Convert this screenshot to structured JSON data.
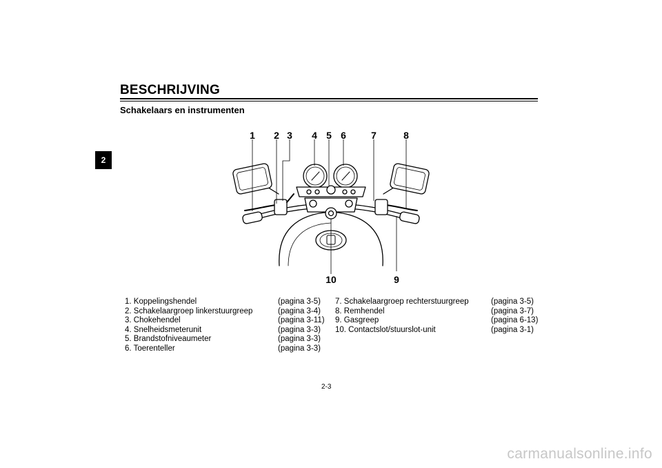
{
  "header": {
    "title": "BESCHRIJVING"
  },
  "section": {
    "title": "Schakelaars en instrumenten"
  },
  "chapter_tab": "2",
  "diagram": {
    "callouts": [
      "1",
      "2",
      "3",
      "4",
      "5",
      "6",
      "7",
      "8",
      "9",
      "10"
    ]
  },
  "legend": {
    "left": [
      {
        "label": "1. Koppelingshendel",
        "page": "(pagina 3-5)"
      },
      {
        "label": "2. Schakelaargroep linkerstuurgreep",
        "page": "(pagina 3-4)"
      },
      {
        "label": "3. Chokehendel",
        "page": "(pagina 3-11)"
      },
      {
        "label": "4. Snelheidsmeterunit",
        "page": "(pagina 3-3)"
      },
      {
        "label": "5. Brandstofniveaumeter",
        "page": "(pagina 3-3)"
      },
      {
        "label": "6. Toerenteller",
        "page": "(pagina 3-3)"
      }
    ],
    "right": [
      {
        "label": "7. Schakelaargroep rechterstuurgreep",
        "page": "(pagina 3-5)"
      },
      {
        "label": "8. Remhendel",
        "page": "(pagina 3-7)"
      },
      {
        "label": "9. Gasgreep",
        "page": "(pagina 6-13)"
      },
      {
        "label": "10. Contactslot/stuurslot-unit",
        "page": "(pagina 3-1)"
      }
    ]
  },
  "footer": {
    "page_number": "2-3"
  },
  "watermark": "carmanualsonline.info"
}
